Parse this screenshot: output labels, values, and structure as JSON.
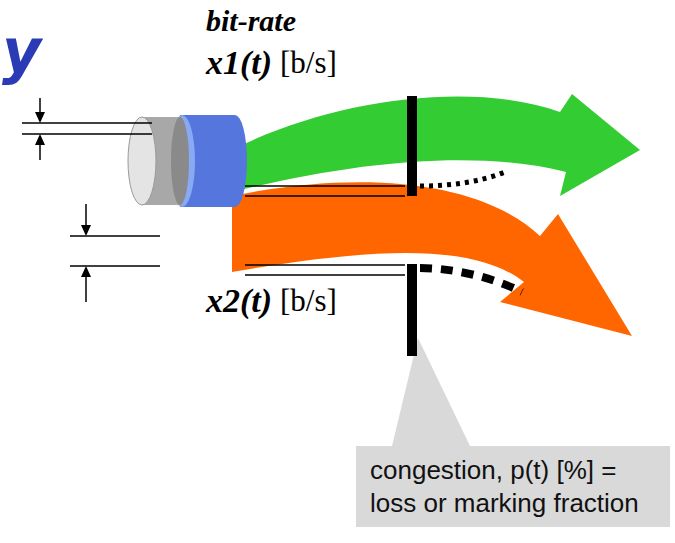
{
  "diagram": {
    "nodes": [
      {
        "text": [
          "congestion, p(t) [%] = loss or marking fraction"
        ]
      }
    ],
    "labels": [
      "y",
      "bit-rate",
      "x1(t)",
      "[b/s]",
      "x2(t)",
      "[b/s]"
    ]
  }
}
